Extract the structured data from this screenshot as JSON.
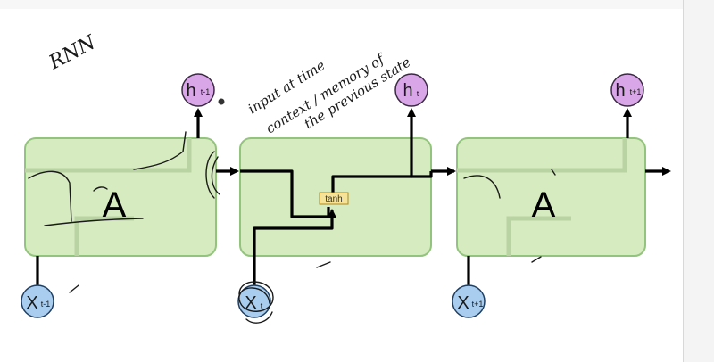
{
  "diagram": {
    "cells": [
      {
        "label": "A"
      },
      {
        "label": ""
      },
      {
        "label": "A"
      }
    ],
    "outputs": [
      {
        "main": "h",
        "sub": "t-1"
      },
      {
        "main": "h",
        "sub": "t"
      },
      {
        "main": "h",
        "sub": "t+1"
      }
    ],
    "inputs": [
      {
        "main": "X",
        "sub": "t-1"
      },
      {
        "main": "X",
        "sub": "t"
      },
      {
        "main": "X",
        "sub": "t+1"
      }
    ],
    "activation_label": "tanh",
    "handwriting": {
      "title": "RNN",
      "note_line1": "input at time",
      "note_line2": "context / memory of",
      "note_line3": "the previous state"
    }
  }
}
